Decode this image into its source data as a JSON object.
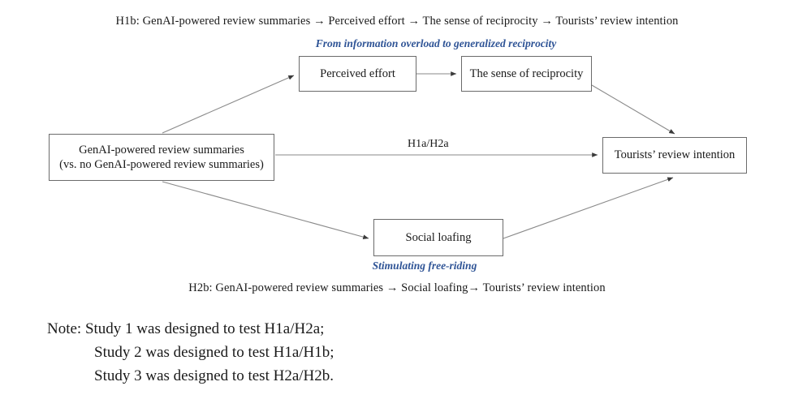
{
  "hypotheses": {
    "h1b": "H1b: GenAI-powered review summaries → Perceived effort → The sense of reciprocity → Tourists’ review intention",
    "h2b": "H2b: GenAI-powered review summaries → Social loafing→ Tourists’ review intention"
  },
  "captions": {
    "upper": "From information overload  to generalized reciprocity",
    "lower": "Stimulating free-riding",
    "color": "#2f5496"
  },
  "nodes": {
    "genai": "GenAI-powered review summaries\n(vs. no GenAI-powered review summaries)",
    "perceived_effort": "Perceived effort",
    "reciprocity": "The sense of reciprocity",
    "social_loafing": "Social loafing",
    "review_intention": "Tourists’ review intention"
  },
  "paths": {
    "direct_label": "H1a/H2a"
  },
  "note": {
    "line1": "Note: Study 1 was designed to test H1a/H2a;",
    "line2": "Study 2 was designed to test H1a/H1b;",
    "line3": "Study 3 was designed to test H2a/H2b."
  }
}
